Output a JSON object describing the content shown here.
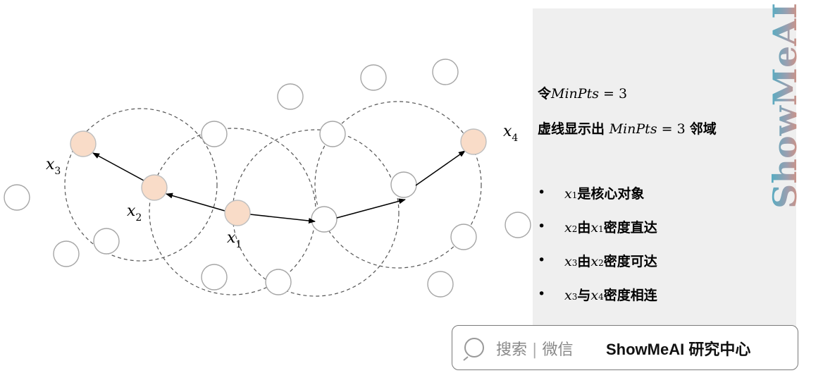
{
  "diagram": {
    "labels": {
      "x1": "x",
      "x1_sub": "1",
      "x2": "x",
      "x2_sub": "2",
      "x3": "x",
      "x3_sub": "3",
      "x4": "x",
      "x4_sub": "4"
    },
    "colors": {
      "core_fill": "#f9dcc8",
      "core_stroke": "#bfbfbf",
      "point_stroke": "#a6a6a6",
      "dashed_circle": "#555555",
      "arrow": "#000000"
    }
  },
  "panel": {
    "line1_prefix": "令",
    "line1_math": "MinPts",
    "line1_eq": " = 3",
    "line2_prefix": "虚线显示出 ",
    "line2_math": "MinPts",
    "line2_eq": " = 3 ",
    "line2_suffix": "邻域",
    "bullet_symbol": "•",
    "bullets": [
      {
        "v1": "x",
        "s1": "1",
        "text": "是核心对象"
      },
      {
        "v1": "x",
        "s1": "2",
        "mid": "由",
        "v2": "x",
        "s2": "1",
        "text": "密度直达"
      },
      {
        "v1": "x",
        "s1": "3",
        "mid": "由",
        "v2": "x",
        "s2": "2",
        "text": "密度可达"
      },
      {
        "v1": "x",
        "s1": "3",
        "mid": "与",
        "v2": "x",
        "s2": "4",
        "text": "密度相连"
      }
    ]
  },
  "watermark": {
    "text": "ShowMeAI",
    "color_top": "#3fb0c8",
    "color_bottom": "#f08a6a"
  },
  "search": {
    "hint_left": "搜索",
    "separator": "|",
    "hint_right": "微信",
    "brand": "ShowMeAI",
    "brand_suffix": " 研究中心"
  }
}
